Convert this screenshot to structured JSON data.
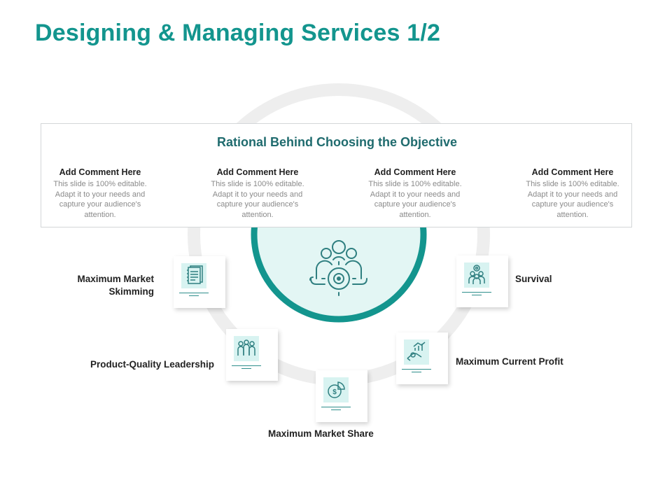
{
  "title": "Designing & Managing Services 1/2",
  "panel": {
    "title": "Rational Behind Choosing the Objective",
    "comments": [
      {
        "heading": "Add Comment Here",
        "body": "This slide is 100% editable. Adapt it to your needs and capture your audience's attention."
      },
      {
        "heading": "Add Comment Here",
        "body": "This slide is 100% editable. Adapt it to your needs and capture your audience's attention."
      },
      {
        "heading": "Add Comment Here",
        "body": "This slide is 100% editable. Adapt it to your needs and capture your audience's attention."
      },
      {
        "heading": "Add Comment Here",
        "body": "This slide is 100% editable. Adapt it to your needs and capture your audience's attention."
      }
    ]
  },
  "objectives": [
    {
      "label": "Maximum Market Skimming",
      "icon": "document-icon"
    },
    {
      "label": "Product-Quality Leadership",
      "icon": "team-icon"
    },
    {
      "label": "Maximum Market Share",
      "icon": "pie-chart-dollar-icon"
    },
    {
      "label": "Maximum Current Profit",
      "icon": "hand-growth-icon"
    },
    {
      "label": "Survival",
      "icon": "people-gear-icon"
    }
  ],
  "center_icon": "target-audience-icon",
  "colors": {
    "accent": "#13958e",
    "panel_title": "#1f6b6e",
    "tile": "#d8f3f1",
    "center_fill": "#e3f6f4",
    "ring": "#eeeeee"
  }
}
